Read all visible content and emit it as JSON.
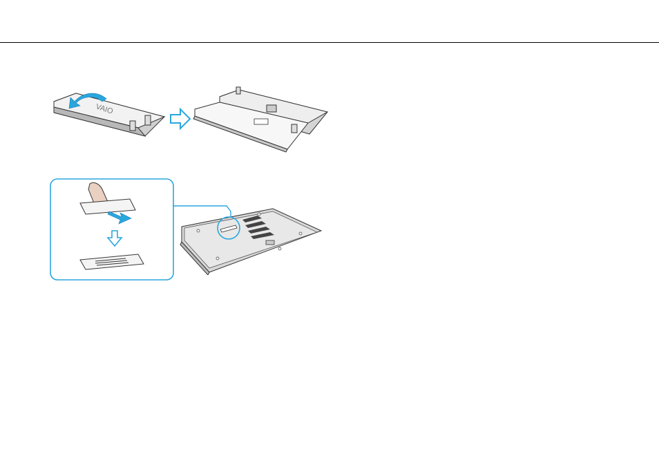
{
  "header": {
    "rule": true
  },
  "figure_top": {
    "left_panel": {
      "logo": "VAIO",
      "arrow": "blue-curved-arrow-icon"
    },
    "middle_arrow": "right-arrow-outline-icon",
    "right_panel": {
      "subject": "extended-battery-compartment"
    }
  },
  "figure_bottom": {
    "callout_border_color": "#2aa6de",
    "finger": "finger-icon",
    "down_arrow": "down-arrow-outline-icon",
    "slide_arrow": "blue-arrow-icon",
    "subject": "computer-underside-with-vent-cover"
  },
  "colors": {
    "accent": "#2aa6de",
    "line": "#333333",
    "body": "#d8d8d8"
  }
}
